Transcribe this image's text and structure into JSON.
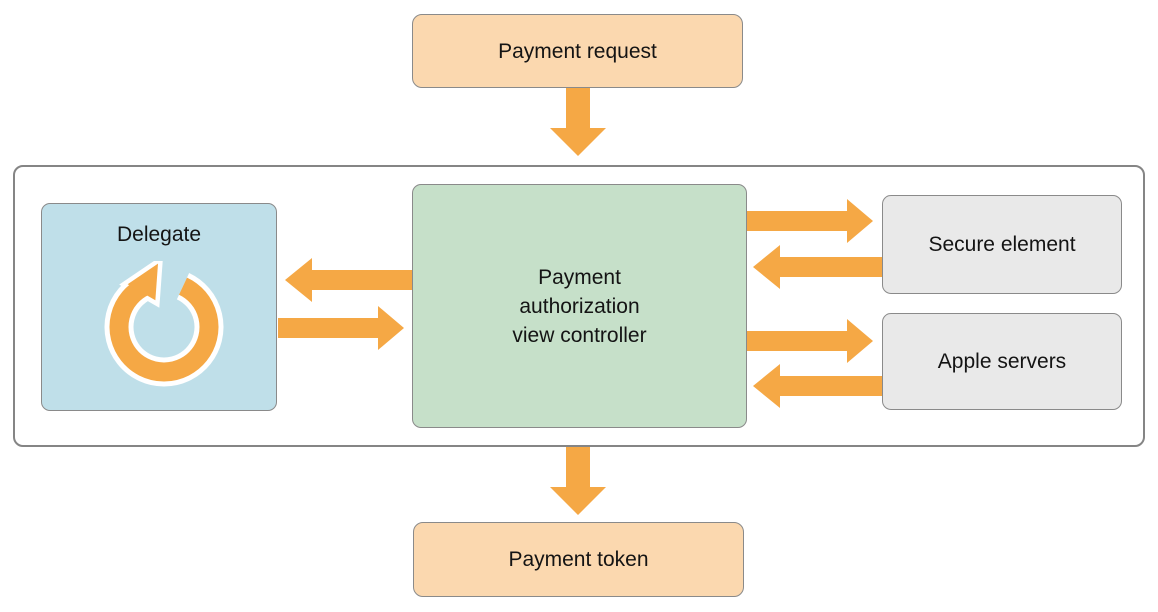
{
  "diagram": {
    "nodes": {
      "payment_request": {
        "label": "Payment request"
      },
      "delegate": {
        "label": "Delegate",
        "icon": "circular-arrow-icon"
      },
      "payment_authorization_view_controller": {
        "label": "Payment\nauthorization\nview controller"
      },
      "secure_element": {
        "label": "Secure element"
      },
      "apple_servers": {
        "label": "Apple servers"
      },
      "payment_token": {
        "label": "Payment token"
      }
    },
    "edges": [
      {
        "from": "payment_request",
        "to": "payment_authorization_view_controller",
        "direction": "down"
      },
      {
        "from": "payment_authorization_view_controller",
        "to": "delegate",
        "direction": "left"
      },
      {
        "from": "delegate",
        "to": "payment_authorization_view_controller",
        "direction": "right"
      },
      {
        "from": "payment_authorization_view_controller",
        "to": "secure_element",
        "direction": "right"
      },
      {
        "from": "secure_element",
        "to": "payment_authorization_view_controller",
        "direction": "left"
      },
      {
        "from": "payment_authorization_view_controller",
        "to": "apple_servers",
        "direction": "right"
      },
      {
        "from": "apple_servers",
        "to": "payment_authorization_view_controller",
        "direction": "left"
      },
      {
        "from": "payment_authorization_view_controller",
        "to": "payment_token",
        "direction": "down"
      }
    ],
    "colors": {
      "accent-orange": "#F5A845",
      "node-peach": "#FBD8AF",
      "node-blue": "#BFDFE9",
      "node-green": "#C6E0C9",
      "node-gray": "#E9E9E9",
      "border-gray": "#8A8A8A",
      "text": "#141414"
    }
  }
}
